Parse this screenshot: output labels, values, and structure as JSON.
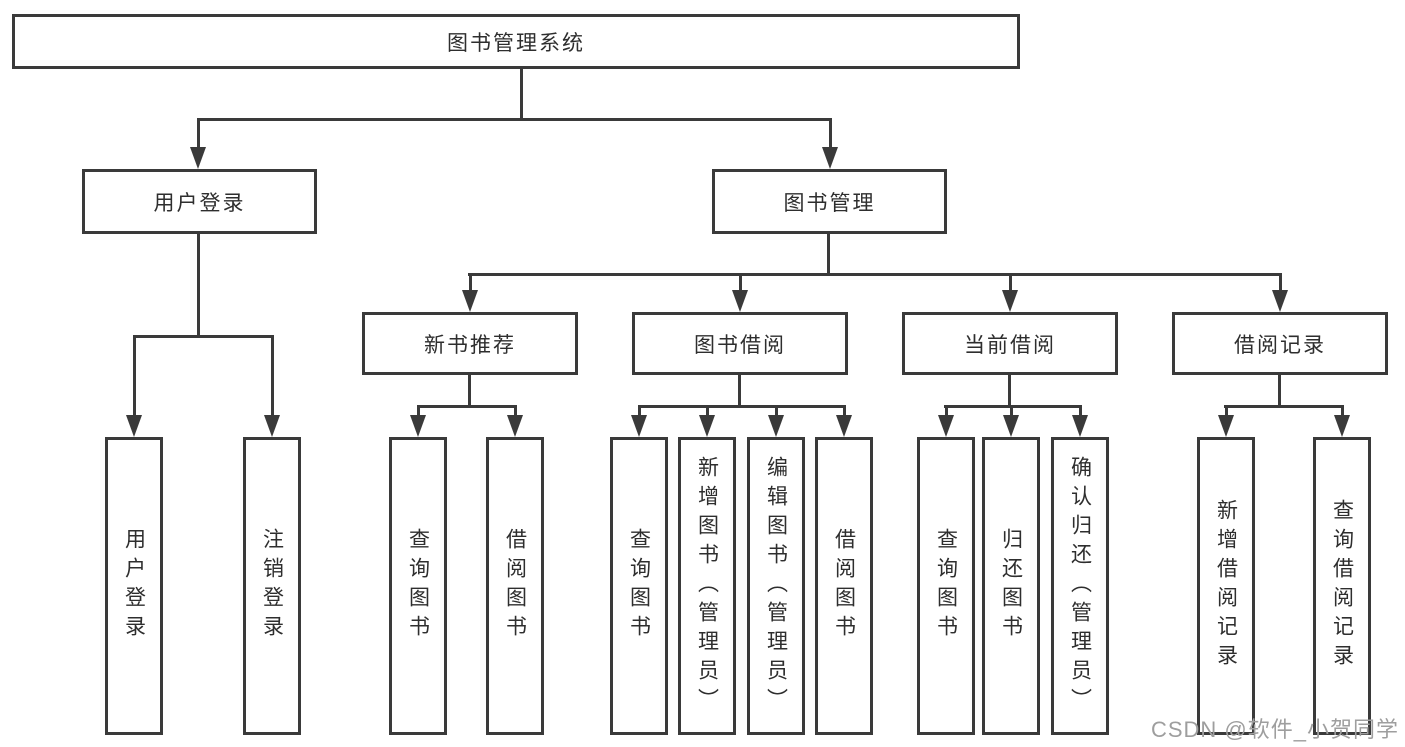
{
  "diagram": {
    "title": "图书管理系统",
    "root": {
      "label": "图书管理系统"
    },
    "level2": [
      {
        "label": "用户登录"
      },
      {
        "label": "图书管理"
      }
    ],
    "level3": [
      {
        "label": "新书推荐"
      },
      {
        "label": "图书借阅"
      },
      {
        "label": "当前借阅"
      },
      {
        "label": "借阅记录"
      }
    ],
    "leaves": {
      "user_login": [
        "用户登录",
        "注销登录"
      ],
      "new_rec": [
        "查询图书",
        "借阅图书"
      ],
      "borrow": [
        "查询图书",
        "新增图书（管理员）",
        "编辑图书（管理员）",
        "借阅图书"
      ],
      "current": [
        "查询图书",
        "归还图书",
        "确认归还（管理员）"
      ],
      "records": [
        "新增借阅记录",
        "查询借阅记录"
      ]
    },
    "colors": {
      "line": "#3a3a3a",
      "text": "#2e2e2e",
      "watermark": "#9e9e9e",
      "background": "#ffffff"
    }
  },
  "watermark": {
    "text": "CSDN @软件_小贺同学"
  }
}
